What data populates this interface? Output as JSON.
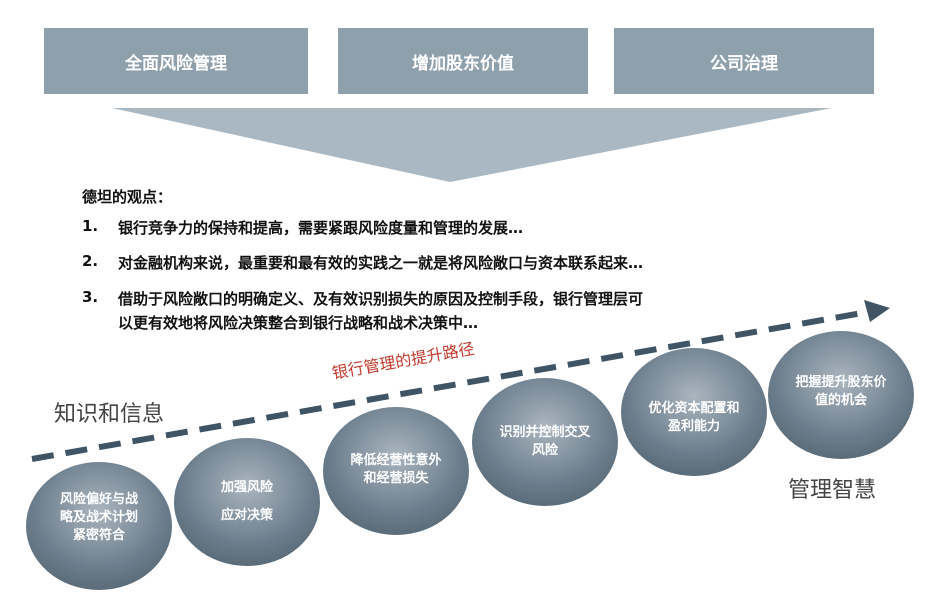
{
  "top_boxes": [
    "全面风险管理",
    "增加股东价值",
    "公司治理"
  ],
  "view_title": "德坦的观点：",
  "points": [
    {
      "num": "1.",
      "text": "银行竞争力的保持和提高，需要紧跟风险度量和管理的发展…"
    },
    {
      "num": "2.",
      "text": "对金融机构来说，最重要和最有效的实践之一就是将风险敞口与资本联系起来…"
    },
    {
      "num": "3.",
      "line1": "借助于风险敞口的明确定义、及有效识别损失的原因及控制手段，银行管理层可",
      "line2": "以更有效地将风险决策整合到银行战略和战术决策中…"
    }
  ],
  "path_label": "银行管理的提升路径",
  "left_label": "知识和信息",
  "right_label": "管理智慧",
  "steps": [
    {
      "line1": "风险偏好与战",
      "line2": "略及战术计划",
      "line3": "紧密符合"
    },
    {
      "line1": "加强风险",
      "line2": "应对决策"
    },
    {
      "line1": "降低经营性意外",
      "line2": "和经营损失"
    },
    {
      "line1": "识别并控制交叉",
      "line2": "风险"
    },
    {
      "line1": "优化资本配置和",
      "line2": "盈利能力"
    },
    {
      "line1": "把握提升股东价",
      "line2": "值的机会"
    }
  ],
  "colors": {
    "box": "#8fa0ad",
    "funnel": "#a9b8c2",
    "arrow": "#3f5566",
    "path_label": "#c0392b"
  }
}
